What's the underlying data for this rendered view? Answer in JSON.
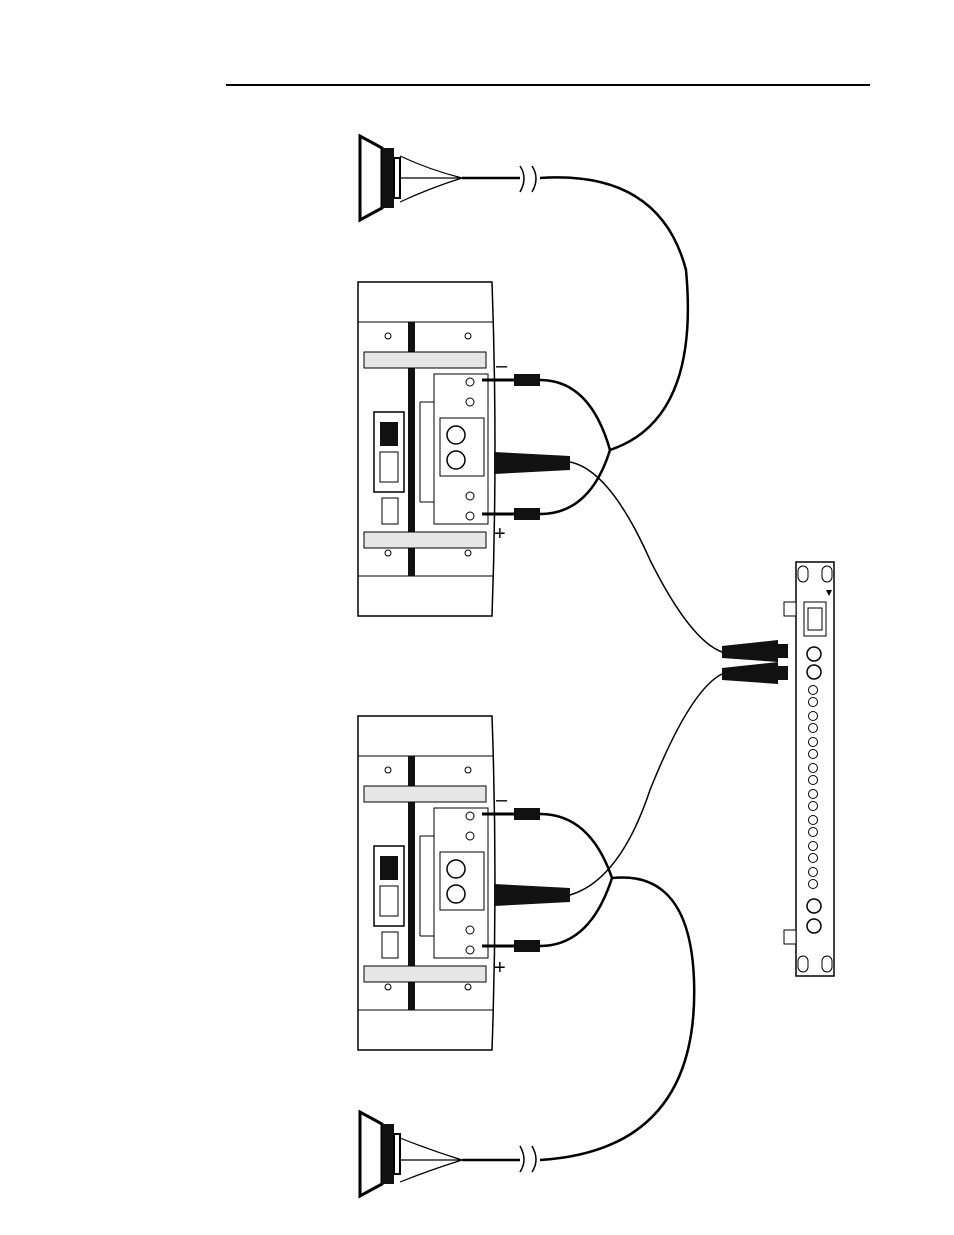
{
  "diagram": {
    "colors": {
      "ink": "#000000",
      "panel": "#ffffff",
      "strip": "#e6e6e6"
    },
    "labels": {
      "amp1_minus": "–",
      "amp1_plus": "+",
      "amp2_minus": "–",
      "amp2_plus": "+"
    },
    "components": [
      {
        "id": "speaker-top",
        "kind": "loudspeaker"
      },
      {
        "id": "amplifier-1",
        "kind": "power-amplifier-rear-panel"
      },
      {
        "id": "amplifier-2",
        "kind": "power-amplifier-rear-panel"
      },
      {
        "id": "speaker-bottom",
        "kind": "loudspeaker"
      },
      {
        "id": "processor",
        "kind": "rack-unit-rear-panel"
      }
    ]
  }
}
